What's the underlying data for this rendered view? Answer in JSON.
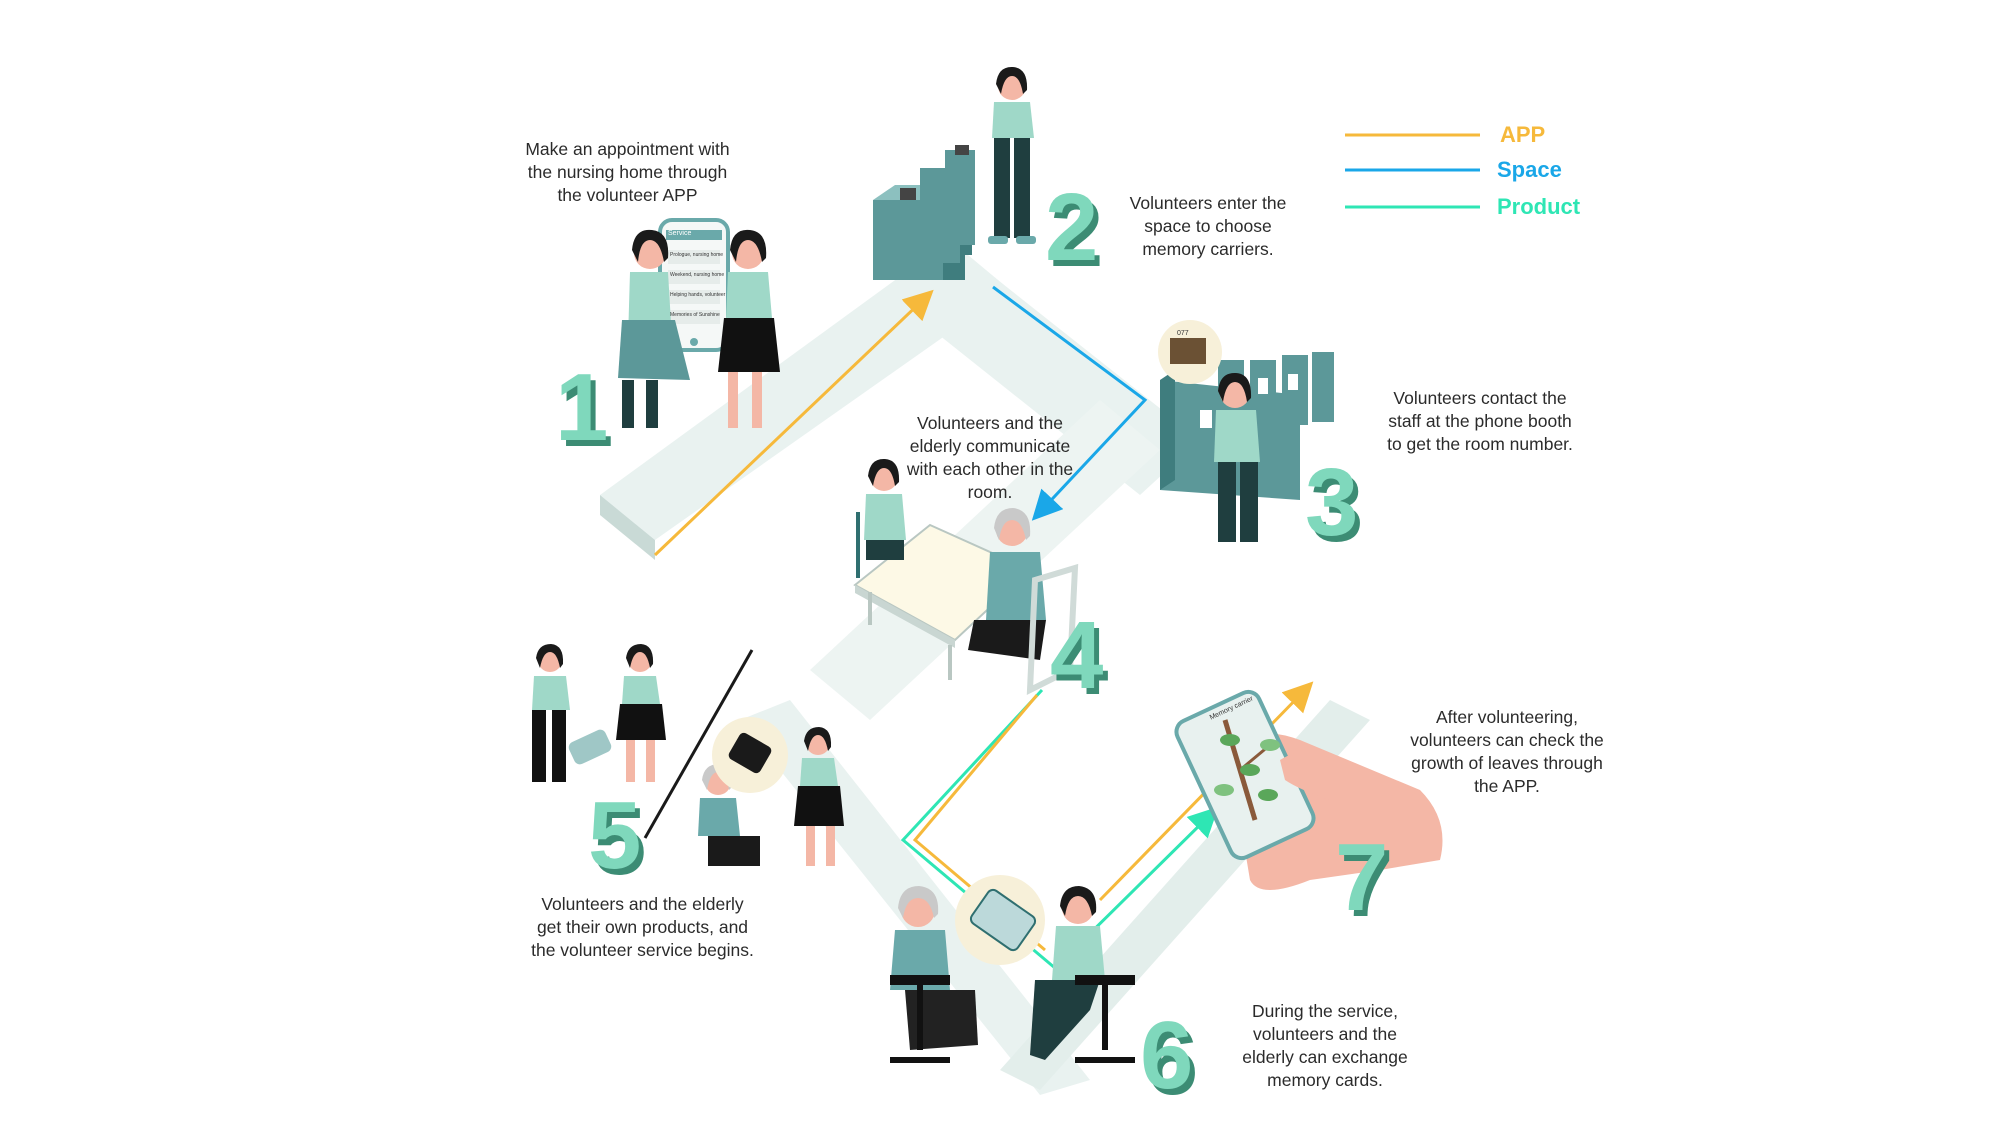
{
  "legend": [
    {
      "label": "APP",
      "color": "#f6b93b"
    },
    {
      "label": "Space",
      "color": "#1aa7e8"
    },
    {
      "label": "Product",
      "color": "#2ee6b4"
    }
  ],
  "steps": [
    {
      "number": "1",
      "lines": [
        "Make an appointment with",
        "the nursing home through",
        "the volunteer APP"
      ]
    },
    {
      "number": "2",
      "lines": [
        "Volunteers enter the",
        "space to choose",
        "memory carriers."
      ]
    },
    {
      "number": "3",
      "lines": [
        "Volunteers contact the",
        "staff at the phone booth",
        "to get the room number."
      ]
    },
    {
      "number": "4",
      "lines": [
        "Volunteers and the",
        "elderly  communicate",
        "with each other in the",
        "room."
      ]
    },
    {
      "number": "5",
      "lines": [
        "Volunteers and the elderly",
        "get their own products, and",
        "the volunteer service begins."
      ]
    },
    {
      "number": "6",
      "lines": [
        "During the service,",
        "volunteers and the",
        "elderly can exchange",
        "memory cards."
      ]
    },
    {
      "number": "7",
      "lines": [
        "After volunteering,",
        "volunteers can check the",
        "growth of leaves through",
        "the APP."
      ]
    }
  ],
  "phone_screen": {
    "title": "Service",
    "items": [
      "Prologue, nursing home",
      "Weekend, nursing home",
      "Helping hands, volunteer",
      "Memories of Sunshine"
    ]
  },
  "leaf_screen": {
    "title": "Memory carrier"
  },
  "booth_sign": "077",
  "colors": {
    "teal": "#6aa9aa",
    "teal_dark": "#2f6f70",
    "mint": "#9fd8c8",
    "path": "#e8f1ef",
    "skin": "#f4b7a6",
    "hair": "#1a1a1a"
  }
}
